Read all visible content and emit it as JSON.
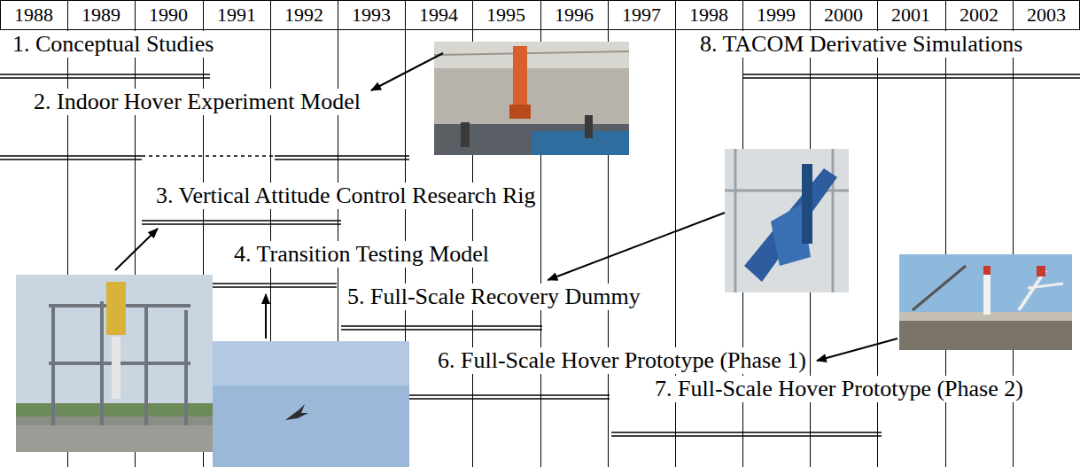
{
  "diagram": {
    "labels": [
      "1988",
      "1989",
      "1990",
      "1991",
      "1992",
      "1993",
      "1994",
      "1995",
      "1996",
      "1997",
      "1998",
      "1999",
      "2000",
      "2001",
      "2002",
      "2003",
      "1. Conceptual Studies",
      "8. TACOM Derivative Simulations",
      "2. Indoor Hover Experiment Model",
      "3. Vertical Attitude Control Research Rig",
      "4. Transition Testing Model",
      "5. Full-Scale Recovery Dummy",
      "6. Full-Scale Hover Prototype (Phase 1)",
      "7. Full-Scale Hover Prototype (Phase 2)"
    ]
  }
}
